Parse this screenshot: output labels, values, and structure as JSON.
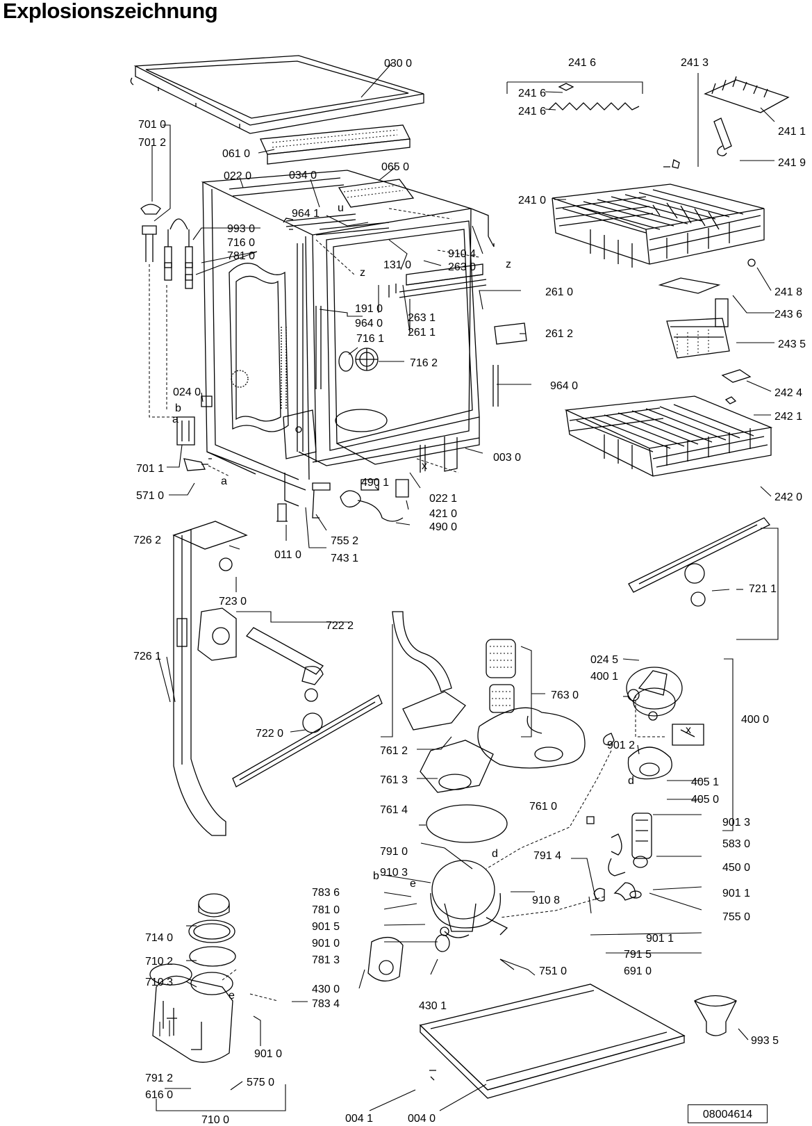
{
  "title": "Explosionszeichnung",
  "drawing_number": "08004614",
  "letters": [
    "a",
    "b",
    "a",
    "x",
    "z",
    "z",
    "x",
    "d",
    "d",
    "e",
    "b",
    "e",
    "u"
  ],
  "parts": [
    {
      "id": "p0300",
      "label": "030 0"
    },
    {
      "id": "p0610",
      "label": "061 0"
    },
    {
      "id": "p0220",
      "label": "022 0"
    },
    {
      "id": "p0340",
      "label": "034 0"
    },
    {
      "id": "p0650",
      "label": "065 0"
    },
    {
      "id": "p7010",
      "label": "701 0"
    },
    {
      "id": "p7012",
      "label": "701 2"
    },
    {
      "id": "p9930",
      "label": "993 0"
    },
    {
      "id": "p7160",
      "label": "716 0"
    },
    {
      "id": "p7810a",
      "label": "781 0"
    },
    {
      "id": "p9641",
      "label": "964 1"
    },
    {
      "id": "p1310",
      "label": "131 0"
    },
    {
      "id": "p9104",
      "label": "910 4"
    },
    {
      "id": "p2630",
      "label": "263 0"
    },
    {
      "id": "p2610",
      "label": "261 0"
    },
    {
      "id": "p1910",
      "label": "191 0"
    },
    {
      "id": "p9640a",
      "label": "964 0"
    },
    {
      "id": "p2631",
      "label": "263 1"
    },
    {
      "id": "p2611",
      "label": "261 1"
    },
    {
      "id": "p2612",
      "label": "261 2"
    },
    {
      "id": "p7161",
      "label": "716 1"
    },
    {
      "id": "p7162",
      "label": "716 2"
    },
    {
      "id": "p9640b",
      "label": "964 0"
    },
    {
      "id": "p0240",
      "label": "024 0"
    },
    {
      "id": "p0030",
      "label": "003 0"
    },
    {
      "id": "p7011",
      "label": "701 1"
    },
    {
      "id": "p5710",
      "label": "571 0"
    },
    {
      "id": "p0221",
      "label": "022 1"
    },
    {
      "id": "p4901",
      "label": "490 1"
    },
    {
      "id": "p4210",
      "label": "421 0"
    },
    {
      "id": "p4900",
      "label": "490 0"
    },
    {
      "id": "p0110",
      "label": "011 0"
    },
    {
      "id": "p7552",
      "label": "755 2"
    },
    {
      "id": "p7431",
      "label": "743 1"
    },
    {
      "id": "p2416top",
      "label": "241 6"
    },
    {
      "id": "p2416a",
      "label": "241 6"
    },
    {
      "id": "p2416b",
      "label": "241 6"
    },
    {
      "id": "p2413",
      "label": "241 3"
    },
    {
      "id": "p2411",
      "label": "241 1"
    },
    {
      "id": "p2419",
      "label": "241 9"
    },
    {
      "id": "p2410",
      "label": "241 0"
    },
    {
      "id": "p2418",
      "label": "241 8"
    },
    {
      "id": "p2436",
      "label": "243 6"
    },
    {
      "id": "p2435",
      "label": "243 5"
    },
    {
      "id": "p2424",
      "label": "242 4"
    },
    {
      "id": "p2421",
      "label": "242 1"
    },
    {
      "id": "p2420",
      "label": "242 0"
    },
    {
      "id": "p7211",
      "label": "721 1"
    },
    {
      "id": "p7262",
      "label": "726 2"
    },
    {
      "id": "p7230",
      "label": "723 0"
    },
    {
      "id": "p7222",
      "label": "722 2"
    },
    {
      "id": "p7261",
      "label": "726 1"
    },
    {
      "id": "p7220",
      "label": "722 0"
    },
    {
      "id": "p7630",
      "label": "763 0"
    },
    {
      "id": "p0245",
      "label": "024 5"
    },
    {
      "id": "p4001",
      "label": "400 1"
    },
    {
      "id": "p4000",
      "label": "400 0"
    },
    {
      "id": "p9012",
      "label": "901 2"
    },
    {
      "id": "p7612",
      "label": "761 2"
    },
    {
      "id": "p7613",
      "label": "761 3"
    },
    {
      "id": "p4051",
      "label": "405 1"
    },
    {
      "id": "p4050",
      "label": "405 0"
    },
    {
      "id": "p7614",
      "label": "761 4"
    },
    {
      "id": "p7610",
      "label": "761 0"
    },
    {
      "id": "p9013",
      "label": "901 3"
    },
    {
      "id": "p5830",
      "label": "583 0"
    },
    {
      "id": "p7910",
      "label": "791 0"
    },
    {
      "id": "p7914",
      "label": "791 4"
    },
    {
      "id": "p4500",
      "label": "450 0"
    },
    {
      "id": "p9103",
      "label": "910 3"
    },
    {
      "id": "p7836",
      "label": "783 6"
    },
    {
      "id": "p9108",
      "label": "910 8"
    },
    {
      "id": "p9011a",
      "label": "901 1"
    },
    {
      "id": "p7810b",
      "label": "781 0"
    },
    {
      "id": "p7550",
      "label": "755 0"
    },
    {
      "id": "p9015",
      "label": "901 5"
    },
    {
      "id": "p9011b",
      "label": "901 1"
    },
    {
      "id": "p9010a",
      "label": "901 0"
    },
    {
      "id": "p7915",
      "label": "791 5"
    },
    {
      "id": "p7813",
      "label": "781 3"
    },
    {
      "id": "p7510",
      "label": "751 0"
    },
    {
      "id": "p6910",
      "label": "691 0"
    },
    {
      "id": "p7140",
      "label": "714 0"
    },
    {
      "id": "p7102",
      "label": "710 2"
    },
    {
      "id": "p4300",
      "label": "430 0"
    },
    {
      "id": "p7103",
      "label": "710 3"
    },
    {
      "id": "p4301",
      "label": "430 1"
    },
    {
      "id": "p7834",
      "label": "783 4"
    },
    {
      "id": "p9935",
      "label": "993 5"
    },
    {
      "id": "p9010b",
      "label": "901 0"
    },
    {
      "id": "p7912",
      "label": "791 2"
    },
    {
      "id": "p5750",
      "label": "575 0"
    },
    {
      "id": "p6160",
      "label": "616 0"
    },
    {
      "id": "p0041",
      "label": "004 1"
    },
    {
      "id": "p0040",
      "label": "004 0"
    },
    {
      "id": "p7100",
      "label": "710 0"
    }
  ]
}
